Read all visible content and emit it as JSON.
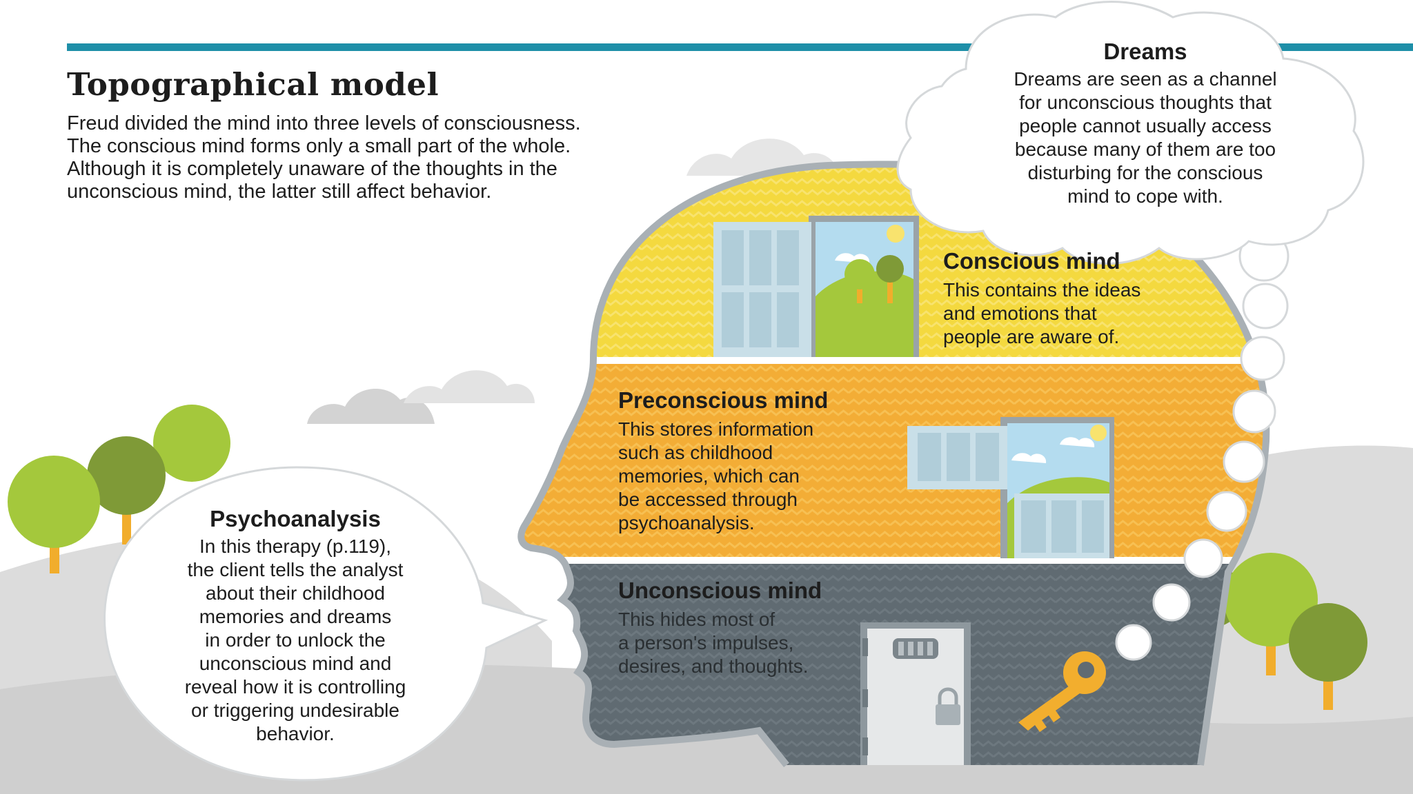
{
  "title": "Topographical model",
  "intro": {
    "lines": [
      "Freud divided the mind into three levels of consciousness.",
      "The conscious mind forms only a small part of the whole.",
      "Although it is completely unaware of the thoughts in the",
      "unconscious mind, the latter still affect behavior."
    ]
  },
  "dreams": {
    "heading": "Dreams",
    "lines": [
      "Dreams are seen as a channel",
      "for unconscious thoughts that",
      "people cannot usually access",
      "because many of them are too",
      "disturbing for the conscious",
      "mind to cope with."
    ]
  },
  "conscious": {
    "heading": "Conscious mind",
    "lines": [
      "This contains the ideas",
      "and emotions that",
      "people are aware of."
    ]
  },
  "preconscious": {
    "heading": "Preconscious mind",
    "lines": [
      "This stores information",
      "such as childhood",
      "memories, which can",
      "be accessed through",
      "psychoanalysis."
    ]
  },
  "unconscious": {
    "heading": "Unconscious mind",
    "lines": [
      "This hides most of",
      "a person's impulses,",
      "desires, and thoughts."
    ]
  },
  "psychoanalysis": {
    "heading": "Psychoanalysis",
    "lines": [
      "In this therapy (p.119),",
      "the client tells the analyst",
      "about their childhood",
      "memories and dreams",
      "in order to unlock the",
      "unconscious mind and",
      "reveal how it is controlling",
      "or triggering undesirable",
      "behavior."
    ]
  },
  "colors": {
    "accent_bar": "#1e8fa8",
    "conscious": "#f4d93f",
    "preconscious": "#f3ad36",
    "unconscious": "#606b72",
    "head_outline": "#a9b0b5",
    "tree_green": "#a4c83c",
    "tree_dark": "#7f9a37",
    "trunk": "#f1ad2c",
    "key": "#f2ae2e",
    "hill": "#d9d9d9"
  }
}
